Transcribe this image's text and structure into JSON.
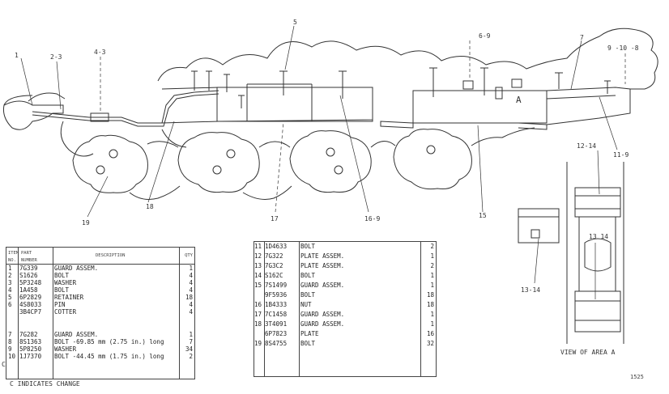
{
  "callouts": {
    "c1": "1",
    "c2": "2-3",
    "c3": "4-3",
    "c4": "5",
    "c5": "6-9",
    "c6": "7",
    "c7": "9 -10 -8",
    "c8": "11-9",
    "c9": "12-14",
    "c10": "13-14",
    "c11": "13 14",
    "c12": "19",
    "c13": "18",
    "c14": "17",
    "c15": "16-9",
    "c16": "15",
    "c17": "A"
  },
  "table1": {
    "header": {
      "item": "ITEM NO.",
      "part": "PART NUMBER",
      "desc": "DESCRIPTION",
      "qty": "QTY"
    },
    "rows": [
      {
        "item": "1",
        "part": "7G339",
        "desc": "GUARD ASSEM.",
        "qty": "1"
      },
      {
        "item": "2",
        "part": "S1626",
        "desc": "BOLT",
        "qty": "4"
      },
      {
        "item": "3",
        "part": "5P3248",
        "desc": "WASHER",
        "qty": "4"
      },
      {
        "item": "4",
        "part": "1A458",
        "desc": "BOLT",
        "qty": "4"
      },
      {
        "item": "5",
        "part": "6P2829",
        "desc": "RETAINER",
        "qty": "18"
      },
      {
        "item": "6",
        "part": "4S8033",
        "desc": "PIN",
        "qty": "4"
      },
      {
        "item": "",
        "part": "3B4CP7",
        "desc": "COTTER",
        "qty": "4"
      },
      {
        "item": "7",
        "part": "7G282",
        "desc": "GUARD ASSEM.",
        "qty": "1"
      },
      {
        "item": "8",
        "part": "8S1363",
        "desc": "BOLT -69.85 mm (2.75 in.) long",
        "qty": "7"
      },
      {
        "item": "9",
        "part": "5P8250",
        "desc": "WASHER",
        "qty": "34"
      },
      {
        "item": "10",
        "part": "1J7370",
        "desc": "BOLT -44.45 mm (1.75 in.) long",
        "qty": "2"
      }
    ],
    "change_mark": "C"
  },
  "table2": {
    "rows": [
      {
        "item": "11",
        "part": "1D4633",
        "desc": "BOLT",
        "qty": "2"
      },
      {
        "item": "12",
        "part": "7G322",
        "desc": "PLATE ASSEM.",
        "qty": "1"
      },
      {
        "item": "13",
        "part": "7G3C2",
        "desc": "PLATE ASSEM.",
        "qty": "2"
      },
      {
        "item": "14",
        "part": "S162C",
        "desc": "BOLT",
        "qty": "1"
      },
      {
        "item": "15",
        "part": "7S1499",
        "desc": "GUARD ASSEM.",
        "qty": "1"
      },
      {
        "item": "",
        "part": "9F5936",
        "desc": "BOLT",
        "qty": "18"
      },
      {
        "item": "16",
        "part": "1B4333",
        "desc": "NUT",
        "qty": "18"
      },
      {
        "item": "17",
        "part": "7C1458",
        "desc": "GUARD ASSEM.",
        "qty": "1"
      },
      {
        "item": "18",
        "part": "3T4091",
        "desc": "GUARD ASSEM.",
        "qty": "1"
      },
      {
        "item": "",
        "part": "6P7823",
        "desc": "PLATE",
        "qty": "16"
      },
      {
        "item": "19",
        "part": "8S4755",
        "desc": "BOLT",
        "qty": "32"
      }
    ]
  },
  "footnote": "C INDICATES CHANGE",
  "view_title": "VIEW OF AREA A",
  "figure_number": "1525"
}
